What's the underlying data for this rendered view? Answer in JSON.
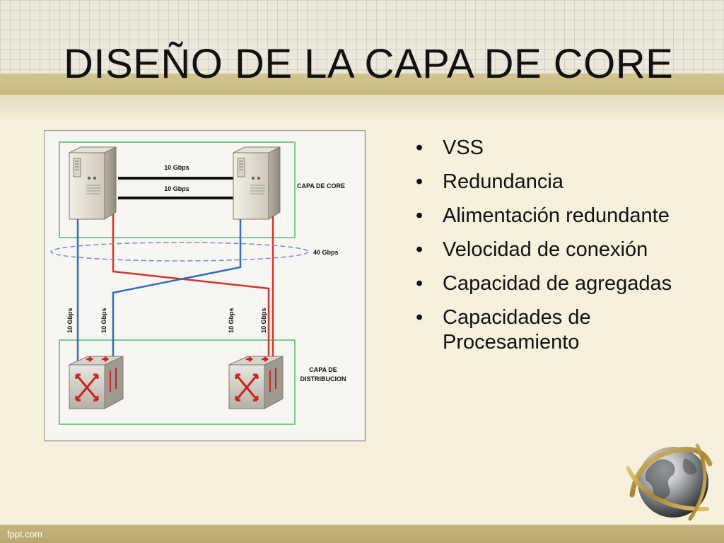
{
  "slide": {
    "title": "DISEÑO DE LA CAPA DE CORE",
    "footer": "fppt.com"
  },
  "bullets": [
    {
      "text": "VSS"
    },
    {
      "text": "Redundancia"
    },
    {
      "text": "Alimentación redundante"
    },
    {
      "text": "Velocidad de conexión"
    },
    {
      "text": "Capacidad de agregadas"
    },
    {
      "text": "Capacidades de Procesamiento"
    }
  ],
  "diagram": {
    "core_label": "CAPA DE CORE",
    "distribution_label_line1": "CAPA DE",
    "distribution_label_line2": "DISTRIBUCION",
    "link_top": "10 Gbps",
    "link_bottom": "10 Gbps",
    "ring_label": "40 Gbps",
    "uplink_labels": [
      "10 Gbps",
      "10 Gbps",
      "10 Gbps",
      "10 Gbps"
    ],
    "colors": {
      "blue_link": "#2f6fb5",
      "red_link": "#d8322c",
      "frame_green": "#79c98a"
    }
  },
  "icons": {
    "bullet": "•",
    "core_switch": "server-tower-icon",
    "distribution_switch": "router-cube-icon",
    "decoration": "globe-icon"
  }
}
